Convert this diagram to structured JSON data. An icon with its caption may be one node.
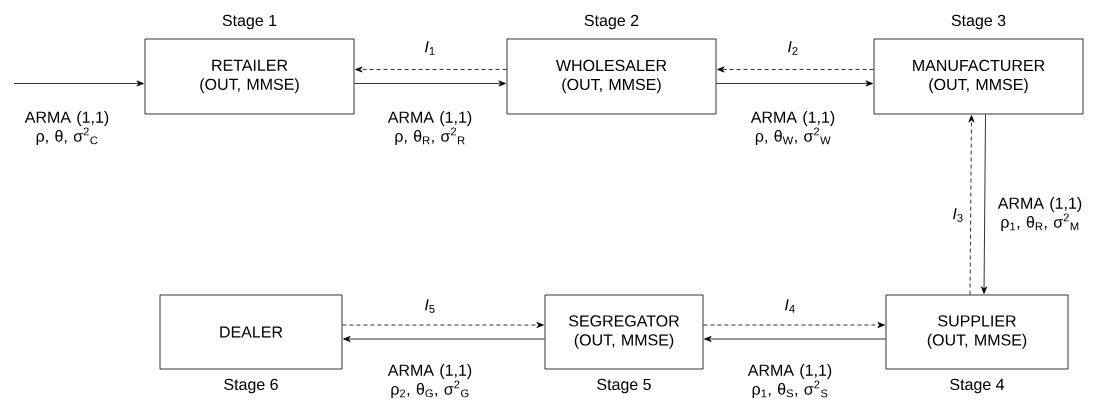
{
  "diagram": {
    "nodes": [
      {
        "text": [
          "RETAILER (OUT, MMSE)"
        ],
        "beside": [
          "Stage 1"
        ]
      },
      {
        "text": [
          "WHOLESALER (OUT, MMSE)"
        ],
        "beside": [
          "Stage 2"
        ]
      },
      {
        "text": [
          "MANUFACTURER (OUT, MMSE)"
        ],
        "beside": [
          "Stage 3"
        ]
      },
      {
        "text": [
          "DEALER"
        ],
        "beside": [
          "Stage 6"
        ]
      },
      {
        "text": [
          "SEGREGATOR (OUT, MMSE)"
        ],
        "beside": [
          "Stage 5"
        ]
      },
      {
        "text": [
          "SUPPLIER (OUT, MMSE)"
        ],
        "beside": [
          "Stage 4"
        ]
      }
    ],
    "edges": [
      {
        "from": null,
        "to": 0,
        "arrow": "to",
        "label": "ARMA (1,1) ρ, θ, σ$^{2}$$_{C}$"
      },
      {
        "from": 0,
        "to": 1,
        "arrow": "to",
        "label": "ARMA (1,1) ρ, θ$_{R}$, σ$^{2}$$_{R}$"
      },
      {
        "from": 1,
        "to": 0,
        "arrow": "to",
        "style": "dashed",
        "label": "*I*$_{1}$"
      },
      {
        "from": 1,
        "to": 2,
        "arrow": "to",
        "label": "ARMA (1,1) ρ, θ$_{W}$, σ$^{2}$$_{W}$"
      },
      {
        "from": 2,
        "to": 1,
        "arrow": "to",
        "style": "dashed",
        "label": "*I*$_{2}$"
      },
      {
        "from": 2,
        "to": 5,
        "arrow": "to",
        "label": "ARMA (1,1) ρ$_{1}$, θ$_{R}$, σ$^{2}$$_{M}$"
      },
      {
        "from": 5,
        "to": 2,
        "arrow": "to",
        "style": "dashed",
        "label": "*I*$_{3}$"
      },
      {
        "from": 5,
        "to": 4,
        "arrow": "to",
        "label": "ARMA (1,1) ρ$_{1}$, θ$_{S}$, σ$^{2}$$_{S}$"
      },
      {
        "from": 4,
        "to": 5,
        "arrow": "to",
        "style": "dashed",
        "label": "*I*$_{4}$"
      },
      {
        "from": 4,
        "to": 3,
        "arrow": "to",
        "label": "ARMA (1,1) ρ$_{2}$, θ$_{G}$, σ$^{2}$$_{G}$"
      },
      {
        "from": 3,
        "to": 4,
        "arrow": "to",
        "style": "dashed",
        "label": "*I*$_{5}$"
      }
    ]
  }
}
